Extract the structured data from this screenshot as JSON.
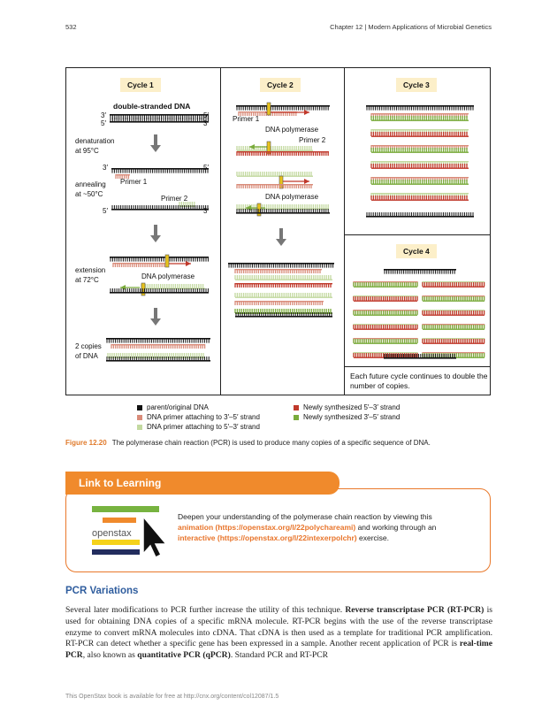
{
  "header": {
    "page_number": "532",
    "chapter": "Chapter 12 | Modern Applications of Microbial Genetics"
  },
  "figure": {
    "cycles": [
      "Cycle 1",
      "Cycle 2",
      "Cycle 3",
      "Cycle 4"
    ],
    "labels": {
      "double_stranded": "double-stranded DNA",
      "three_prime": "3′",
      "five_prime": "5′",
      "denaturation_1": "denaturation",
      "denaturation_2": "at 95°C",
      "annealing_1": "annealing",
      "annealing_2": "at ~50°C",
      "primer1": "Primer 1",
      "primer2": "Primer 2",
      "extension_1": "extension",
      "extension_2": "at 72°C",
      "dna_polymerase": "DNA polymerase",
      "copies_1": "2 copies",
      "copies_2": "of DNA",
      "future_note": "Each future cycle continues to double the number of copies."
    },
    "legend": [
      {
        "color": "#111111",
        "text": "parent/original DNA"
      },
      {
        "color": "#d98c7a",
        "text": "DNA primer attaching to 3′–5′ strand"
      },
      {
        "color": "#c3d9a0",
        "text": "DNA primer attaching to 5′–3′ strand"
      },
      {
        "color": "#c0392b",
        "text": "Newly synthesized 5′–3′ strand"
      },
      {
        "color": "#7aab3c",
        "text": "Newly synthesized 3′–5′ strand"
      }
    ],
    "caption_label": "Figure 12.20",
    "caption_text": "The polymerase chain reaction (PCR) is used to produce many copies of a specific sequence of DNA."
  },
  "link_to_learning": {
    "title": "Link to Learning",
    "logo_text": "openstax",
    "text_1": "Deepen your understanding of the polymerase chain reaction by viewing this",
    "link_1": "animation (https://openstax.org/l/22polychareami)",
    "text_2": " and working through an",
    "link_2": "interactive (https://openstax.org/l/22intexerpolchr)",
    "text_3": " exercise."
  },
  "section": {
    "title": "PCR Variations",
    "p_1": "Several later modifications to PCR further increase the utility of this technique. ",
    "b_1": "Reverse transcriptase PCR (RT-PCR)",
    "p_2": " is used for obtaining DNA copies of a specific mRNA molecule. RT-PCR begins with the use of the reverse transcriptase enzyme to convert mRNA molecules into cDNA. That cDNA is then used as a template for traditional PCR amplification. RT-PCR can detect whether a specific gene has been expressed in a sample. Another recent application of PCR is ",
    "b_2": "real-time PCR",
    "p_3": ", also known as ",
    "b_3": "quantitative PCR (qPCR)",
    "p_4": ". Standard PCR and RT-PCR"
  },
  "footer": "This OpenStax book is available for free at http://cnx.org/content/col12087/1.5",
  "colors": {
    "parent": "#111111",
    "primer_rev": "#d98c7a",
    "primer_fwd": "#c3d9a0",
    "new_53": "#c0392b",
    "new_35": "#7aab3c",
    "accent": "#f08a2c",
    "polymerase": "#e8c31c"
  }
}
